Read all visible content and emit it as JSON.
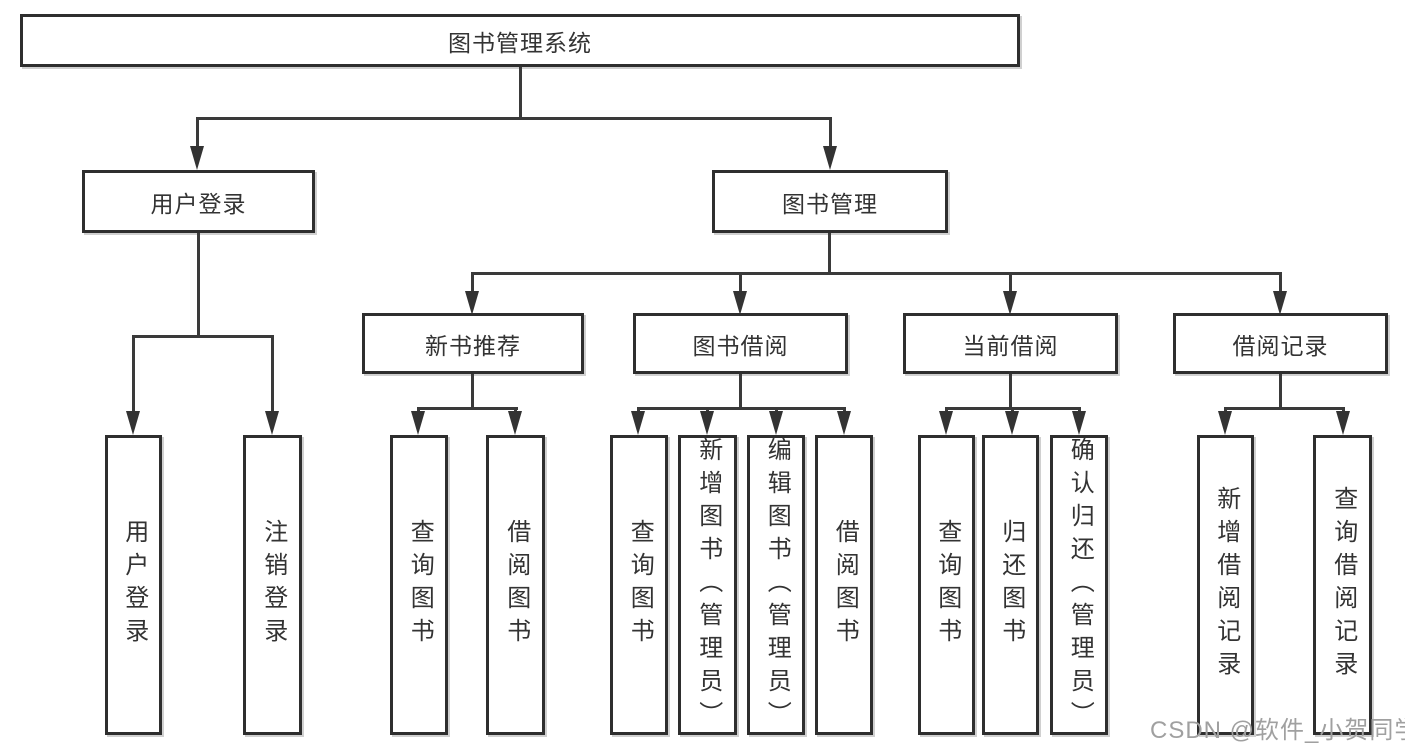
{
  "colors": {
    "box_border": "#2e2e2e",
    "connector_line": "#3a3a3a",
    "arrowhead": "#333333",
    "text": "#333333",
    "watermark_text": "#a0a0a0",
    "background": "#ffffff"
  },
  "tree": {
    "root": {
      "label": "图书管理系统"
    },
    "children": [
      {
        "label": "用户登录",
        "children": [
          {
            "label": "用户登录"
          },
          {
            "label": "注销登录"
          }
        ]
      },
      {
        "label": "图书管理",
        "children": [
          {
            "label": "新书推荐",
            "children": [
              {
                "label": "查询图书"
              },
              {
                "label": "借阅图书"
              }
            ]
          },
          {
            "label": "图书借阅",
            "children": [
              {
                "label": "查询图书"
              },
              {
                "label": "新增图书（管理员）"
              },
              {
                "label": "编辑图书（管理员）"
              },
              {
                "label": "借阅图书"
              }
            ]
          },
          {
            "label": "当前借阅",
            "children": [
              {
                "label": "查询图书"
              },
              {
                "label": "归还图书"
              },
              {
                "label": "确认归还（管理员）"
              }
            ]
          },
          {
            "label": "借阅记录",
            "children": [
              {
                "label": "新增借阅记录"
              },
              {
                "label": "查询借阅记录"
              }
            ]
          }
        ]
      }
    ]
  },
  "watermark": {
    "text": "CSDN @软件_小贺同学"
  }
}
